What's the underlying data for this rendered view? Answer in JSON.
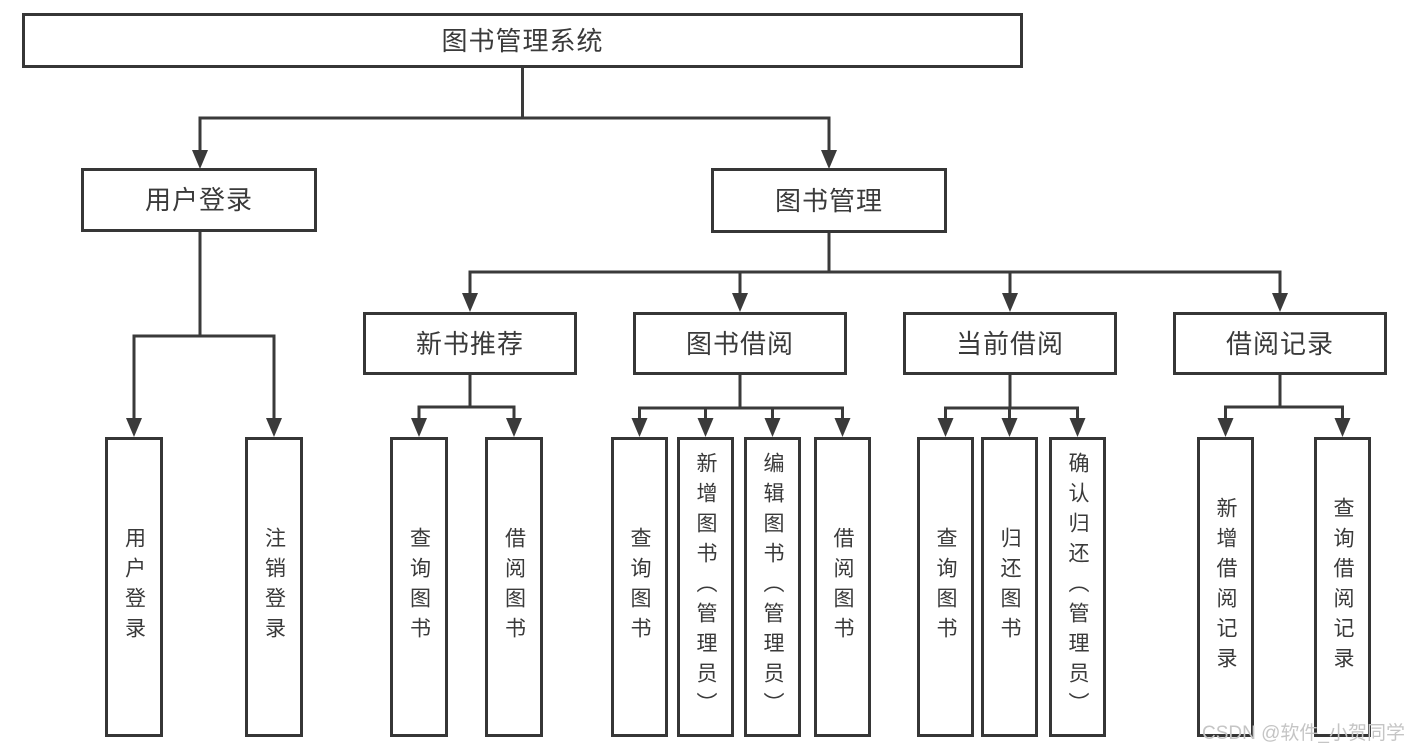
{
  "colors": {
    "line": "#3a3a3a",
    "box_border": "#363636",
    "text": "#3a3a3a",
    "watermark": "#c5c5c5",
    "background": "#ffffff"
  },
  "tree": {
    "label": "图书管理系统",
    "children": [
      {
        "label": "用户登录",
        "children": [
          {
            "label": "用户登录"
          },
          {
            "label": "注销登录"
          }
        ]
      },
      {
        "label": "图书管理",
        "children": [
          {
            "label": "新书推荐",
            "children": [
              {
                "label": "查询图书"
              },
              {
                "label": "借阅图书"
              }
            ]
          },
          {
            "label": "图书借阅",
            "children": [
              {
                "label": "查询图书"
              },
              {
                "label": "新增图书（管理员）"
              },
              {
                "label": "编辑图书（管理员）"
              },
              {
                "label": "借阅图书"
              }
            ]
          },
          {
            "label": "当前借阅",
            "children": [
              {
                "label": "查询图书"
              },
              {
                "label": "归还图书"
              },
              {
                "label": "确认归还（管理员）"
              }
            ]
          },
          {
            "label": "借阅记录",
            "children": [
              {
                "label": "新增借阅记录"
              },
              {
                "label": "查询借阅记录"
              }
            ]
          }
        ]
      }
    ]
  },
  "watermark": "CSDN @软件_小贺同学"
}
